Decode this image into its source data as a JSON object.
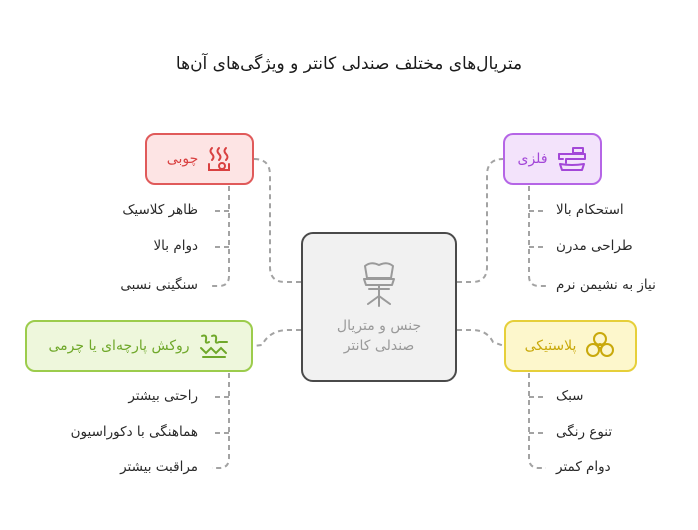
{
  "title": "متریال‌های مختلف صندلی کانتر و ویژگی‌های آن‌ها",
  "center": {
    "line1": "جنس و متریال",
    "line2": "صندلی کانتر",
    "icon": "chair-icon"
  },
  "colors": {
    "wood_border": "#e05a5a",
    "wood_fill": "#fde4e4",
    "wood_text": "#d94141",
    "metal_border": "#b565e6",
    "metal_fill": "#f3e3fb",
    "metal_text": "#a347d8",
    "plastic_border": "#e6cf3a",
    "plastic_fill": "#fdf7cc",
    "plastic_text": "#c9a90b",
    "fabric_border": "#9ccc4c",
    "fabric_fill": "#eef7dc",
    "fabric_text": "#6fa82a",
    "connector": "#a3a3a3"
  },
  "materials": {
    "wood": {
      "label": "چوبی",
      "icon": "heat-waves-icon",
      "items": [
        "ظاهر کلاسیک",
        "دوام بالا",
        "سنگینی نسبی"
      ]
    },
    "metal": {
      "label": "فلزی",
      "icon": "faucet-icon",
      "items": [
        "استحکام بالا",
        "طراحی مدرن",
        "نیاز به نشیمن نرم"
      ]
    },
    "fabric": {
      "label": "روکش پارچه‌ای یا چرمی",
      "icon": "fabric-pattern-icon",
      "items": [
        "راحتی بیشتر",
        "هماهنگی با دکوراسیون",
        "مراقبت بیشتر"
      ]
    },
    "plastic": {
      "label": "پلاستیکی",
      "icon": "bubbles-icon",
      "items": [
        "سبک",
        "تنوع رنگی",
        "دوام کمتر"
      ]
    }
  }
}
